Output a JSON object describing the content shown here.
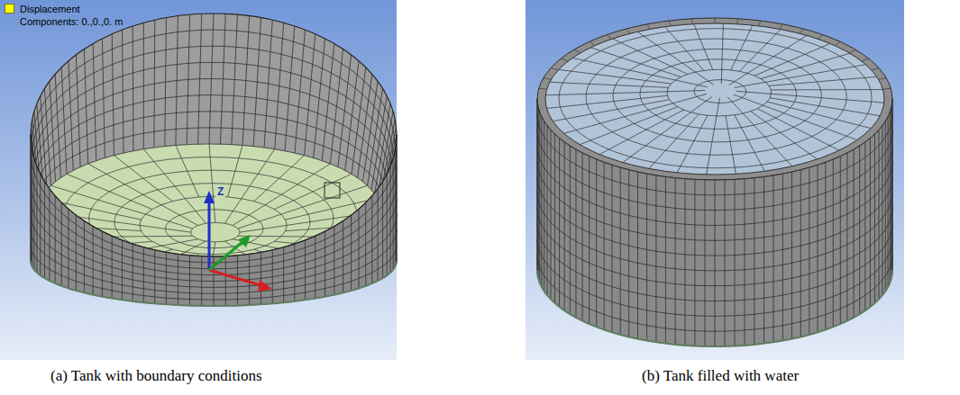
{
  "diagram": {
    "labels": [
      "Components: 0.,0.,0. m",
      "Z",
      "(a) Tank with boundary conditions",
      "(b) Tank filled with water"
    ],
    "legend": [
      {
        "text": "Displacement",
        "color": "#ffff00"
      }
    ]
  }
}
